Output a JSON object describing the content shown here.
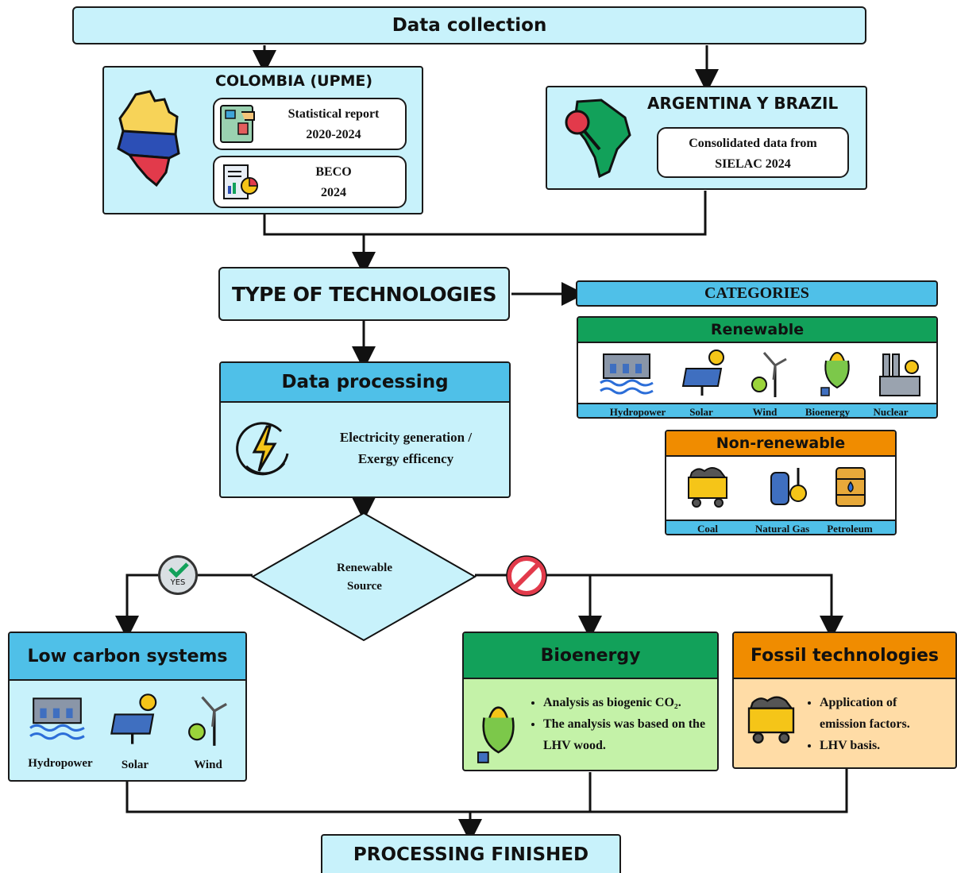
{
  "header": {
    "title": "Data collection"
  },
  "colombia": {
    "title": "COLOMBIA (UPME)",
    "report_line1": "Statistical report",
    "report_line2": "2020-2024",
    "beco_line1": "BECO",
    "beco_line2": "2024"
  },
  "argentina": {
    "title": "ARGENTINA Y BRAZIL",
    "data_line1": "Consolidated data from",
    "data_line2": "SIELAC 2024"
  },
  "tech": {
    "title": "TYPE OF TECHNOLOGIES"
  },
  "categories": {
    "title": "CATEGORIES",
    "renewable": {
      "title": "Renewable",
      "items": [
        "Hydropower",
        "Solar",
        "Wind",
        "Bioenergy",
        "Nuclear"
      ]
    },
    "nonrenewable": {
      "title": "Non-renewable",
      "items": [
        "Coal",
        "Natural Gas",
        "Petroleum"
      ]
    }
  },
  "processing": {
    "title": "Data processing",
    "line1": "Electricity generation /",
    "line2": "Exergy efficency"
  },
  "decision": {
    "line1": "Renewable",
    "line2": "Source",
    "yes": "YES"
  },
  "lowcarbon": {
    "title": "Low carbon systems",
    "items": [
      "Hydropower",
      "Solar",
      "Wind"
    ]
  },
  "bioenergy": {
    "title": "Bioenergy",
    "bullet1": "Analysis as biogenic CO₂.",
    "bullet2": "The analysis was based on the LHV wood."
  },
  "fossil": {
    "title": "Fossil technologies",
    "bullet1": "Application of emission factors.",
    "bullet2": "LHV basis."
  },
  "finished": {
    "title": "PROCESSING FINISHED"
  },
  "colors": {
    "light_blue": "#c8f2fb",
    "header_blue": "#4fc0e8",
    "green": "#12a15a",
    "light_green": "#c4f2a8",
    "orange": "#f08c00",
    "light_orange": "#ffdca6"
  }
}
